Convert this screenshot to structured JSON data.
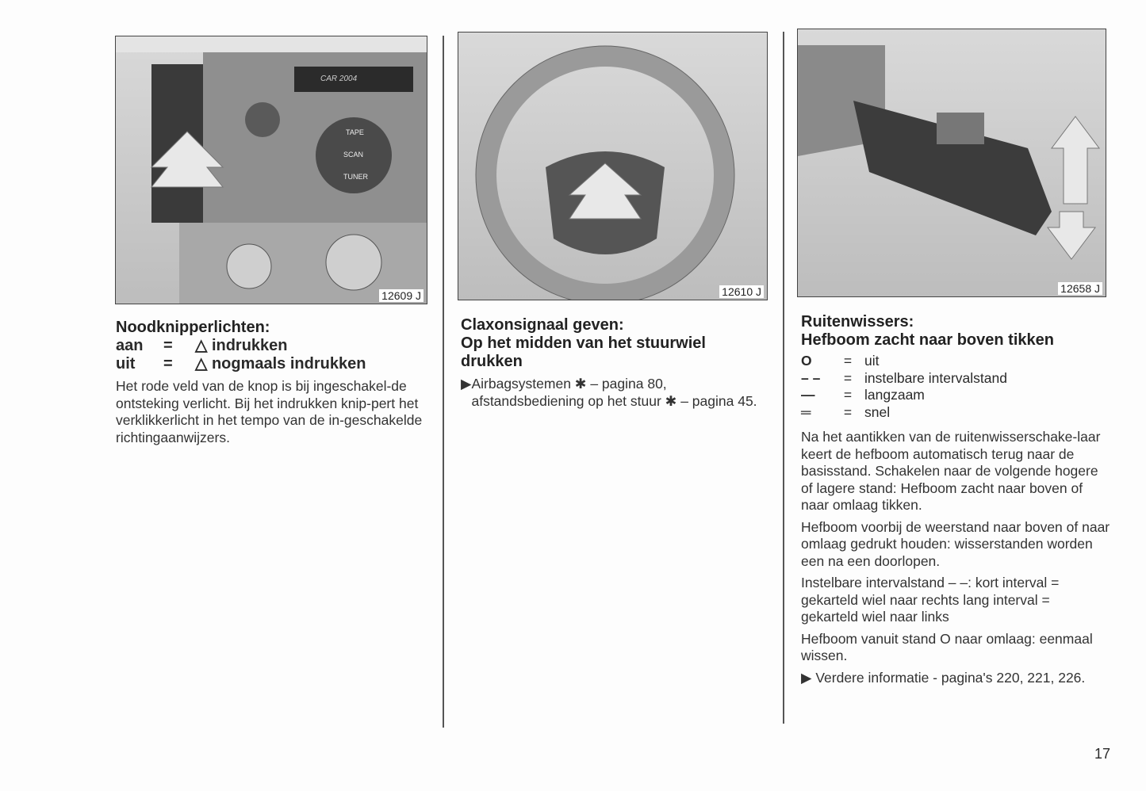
{
  "col1": {
    "figure": "12609 J",
    "radio_labels": {
      "display": "CAR 2004",
      "tape": "TAPE",
      "scan": "SCAN",
      "tuner": "TUNER"
    },
    "title": "Noodknipperlichten:",
    "rows": [
      {
        "k": "aan",
        "eq": "=",
        "v": "indrukken"
      },
      {
        "k": "uit",
        "eq": "=",
        "v": "nogmaals indrukken"
      }
    ],
    "body": "Het rode veld van de knop is bij ingeschakel-de ontsteking verlicht. Bij het indrukken knip-pert het verklikkerlicht in het tempo van de in-geschakelde richtingaanwijzers."
  },
  "col2": {
    "figure": "12610 J",
    "title1": "Claxonsignaal geven:",
    "title2": "Op het midden van het stuurwiel drukken",
    "body": "Airbagsystemen ✱ – pagina 80, afstandsbediening op het stuur ✱ – pagina 45."
  },
  "col3": {
    "figure": "12658 J",
    "title1": "Ruitenwissers:",
    "title2": "Hefboom zacht naar boven tikken",
    "legend": [
      {
        "s": "O",
        "eq": "=",
        "v": "uit"
      },
      {
        "s": "– –",
        "eq": "=",
        "v": "instelbare intervalstand"
      },
      {
        "s": "—",
        "eq": "=",
        "v": "langzaam"
      },
      {
        "s": "═",
        "eq": "=",
        "v": "snel"
      }
    ],
    "paras": [
      "Na het aantikken van de ruitenwisserschake-laar keert de hefboom automatisch terug naar de basisstand. Schakelen naar de volgende hogere of lagere stand: Hefboom zacht naar boven of naar omlaag tikken.",
      "Hefboom voorbij de weerstand naar boven of naar omlaag gedrukt houden: wisserstanden worden een na een doorlopen.",
      "Instelbare intervalstand – –: kort interval = gekarteld wiel naar rechts lang interval = gekarteld wiel naar links",
      "Hefboom vanuit stand O naar omlaag: eenmaal wissen.",
      "▶ Verdere informatie - pagina's 220, 221, 226."
    ]
  },
  "page_number": "17"
}
